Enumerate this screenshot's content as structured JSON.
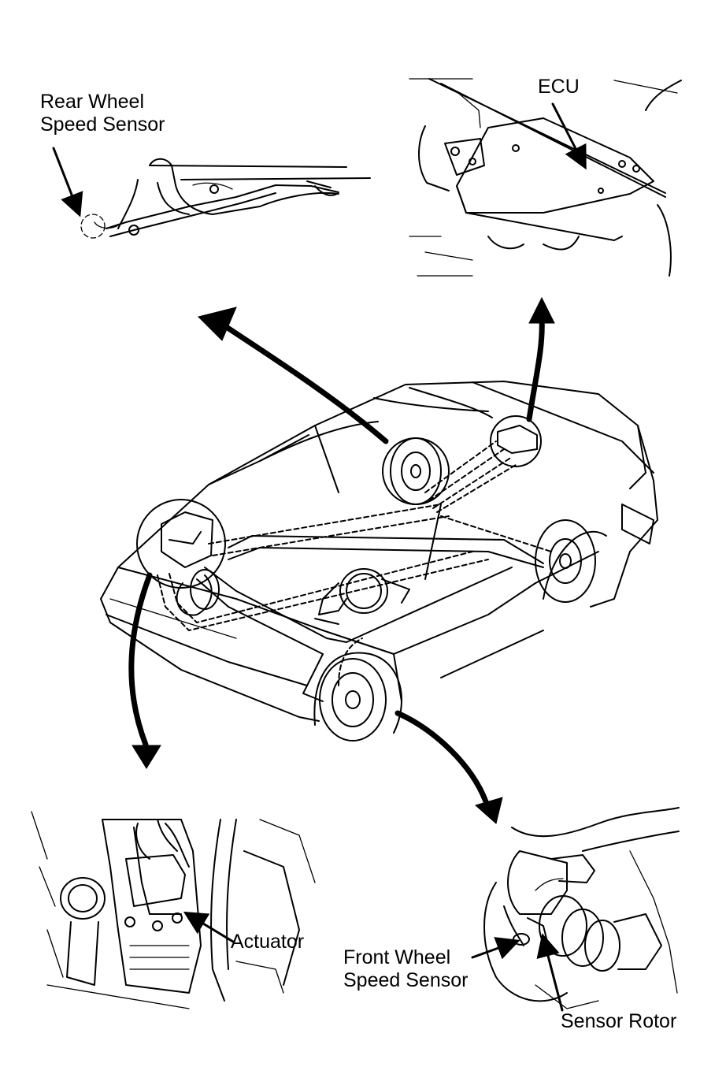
{
  "labels": {
    "rear_wheel_speed_sensor": [
      "Rear Wheel",
      "Speed Sensor"
    ],
    "ecu": "ECU",
    "actuator": "Actuator",
    "front_wheel_speed_sensor": [
      "Front Wheel",
      "Speed Sensor"
    ],
    "sensor_rotor": "Sensor Rotor"
  }
}
